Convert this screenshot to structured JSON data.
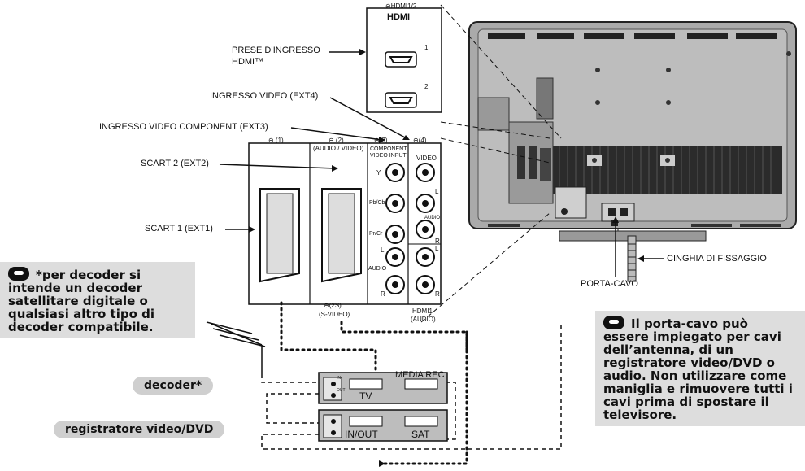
{
  "labels": {
    "hdmi_inputs": "PRESE D’INGRESSO",
    "hdmi_inputs_2": "HDMI™",
    "video_input_ext4": "INGRESSO VIDEO (EXT4)",
    "component_ext3": "INGRESSO VIDEO COMPONENT (EXT3)",
    "scart2": "SCART 2 (EXT2)",
    "scart1": "SCART 1 (EXT1)",
    "strap": "CINGHIA DI FISSAGGIO",
    "cable_holder": "PORTA-CAVO"
  },
  "panel": {
    "hdmi_header": "⊖HDMI1/2",
    "hdmi_logo": "HDMI",
    "hdmi_port1": "1",
    "hdmi_port2": "2",
    "col1": "⊖ (1)",
    "col2": "⊖ (2)",
    "col2_sub": "(AUDIO / VIDEO)",
    "col3": "⊖(3)",
    "col3_sub1": "COMPONENT",
    "col3_sub2": "VIDEO INPUT",
    "col4": "⊖(4)",
    "col4_sub": "VIDEO",
    "y": "Y",
    "pb": "Pb/Cb",
    "pr": "Pr/Cr",
    "audio": "AUDIO",
    "audio_r": "AUDIO",
    "l": "L",
    "r": "R",
    "l2": "L",
    "r2": "R",
    "l3": "L",
    "r3": "R",
    "svideo": "⊖(2S)",
    "svideo_sub": "(S-VIDEO)",
    "hdmi1": "HDMI1",
    "hdmi1_sub": "(AUDIO)"
  },
  "devices": {
    "media_rec": "MEDIA REC",
    "tv": "TV",
    "in_out": "IN/OUT",
    "sat": "SAT",
    "in": "IN",
    "out": "OUT"
  },
  "pills": {
    "decoder": "decoder*",
    "recorder": "registratore video/DVD"
  },
  "notes": {
    "decoder_note": "*per decoder si intende un decoder satellitare digitale o qualsiasi altro tipo di decoder compatibile.",
    "cable_note": "Il porta-cavo può essere impiegato per cavi dell’antenna, di un registratore video/DVD o audio. Non utilizzare come maniglia e rimuovere tutti i cavi prima di spostare il televisore."
  }
}
